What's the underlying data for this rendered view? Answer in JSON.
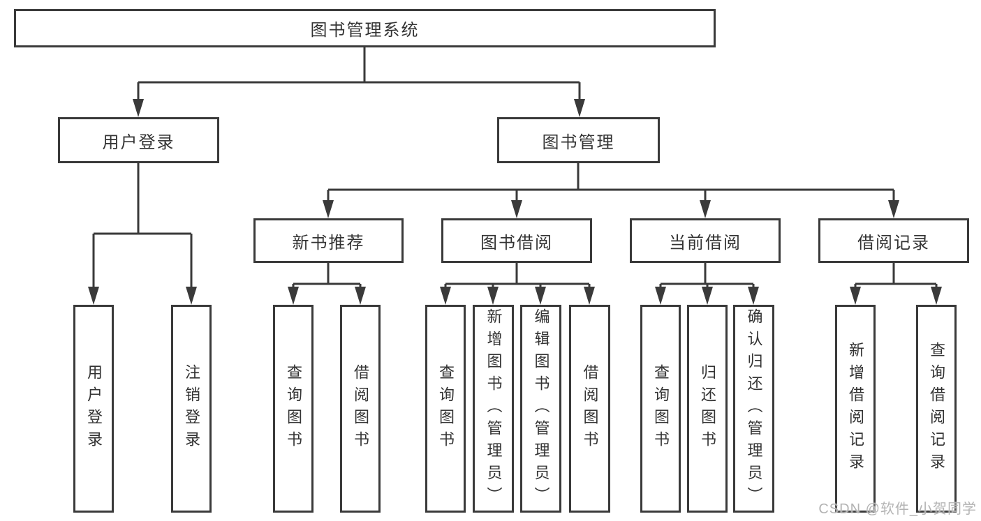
{
  "tree": {
    "root": "图书管理系统",
    "login": {
      "label": "用户登录",
      "children": [
        "用户登录",
        "注销登录"
      ]
    },
    "mgmt": {
      "label": "图书管理",
      "sections": [
        {
          "label": "新书推荐",
          "children": [
            "查询图书",
            "借阅图书"
          ]
        },
        {
          "label": "图书借阅",
          "children": [
            "查询图书",
            "新增图书（管理员）",
            "编辑图书（管理员）",
            "借阅图书"
          ]
        },
        {
          "label": "当前借阅",
          "children": [
            "查询图书",
            "归还图书",
            "确认归还（管理员）"
          ]
        },
        {
          "label": "借阅记录",
          "children": [
            "新增借阅记录",
            "查询借阅记录"
          ]
        }
      ]
    }
  },
  "watermark": "CSDN @软件_小贺同学",
  "colors": {
    "line": "#3a3a3a",
    "text": "#333333",
    "background": "#ffffff",
    "watermark": "#b3b3b3"
  }
}
